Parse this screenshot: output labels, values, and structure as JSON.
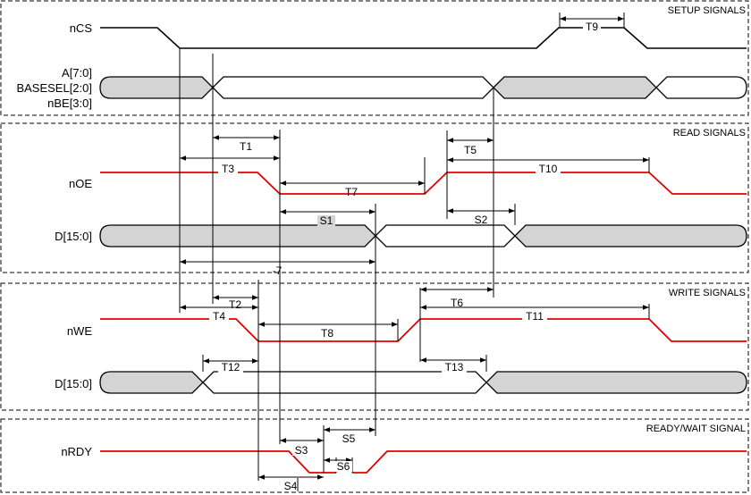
{
  "sections": {
    "setup": "SETUP SIGNALS",
    "read": "READ SIGNALS",
    "write": "WRITE SIGNALS",
    "ready": "READY/WAIT SIGNAL"
  },
  "signals": {
    "ncs": "nCS",
    "addr": "A[7:0]",
    "basesel": "BASESEL[2:0]",
    "nbe": "nBE[3:0]",
    "noe": "nOE",
    "data_read": "D[15:0]",
    "nwe": "nWE",
    "data_write": "D[15:0]",
    "nrdy": "nRDY"
  },
  "timing_labels": {
    "T1": "T1",
    "T2": "T2",
    "T3": "T3",
    "T4": "T4",
    "T5": "T5",
    "T6": "T6",
    "T7": "T7",
    "T8": "T8",
    "T9": "T9",
    "T10": "T10",
    "T11": "T11",
    "T12": "T12",
    "T13": "T13",
    "S1": "S1",
    "S2": "S2",
    "S3": "S3",
    "S4": "S4",
    "S5": "S5",
    "S6": "S6",
    "R7": "-7"
  },
  "colors": {
    "active_signal": "#e00000",
    "bus_shaded": "#d4d4d4",
    "outline": "#000000"
  }
}
